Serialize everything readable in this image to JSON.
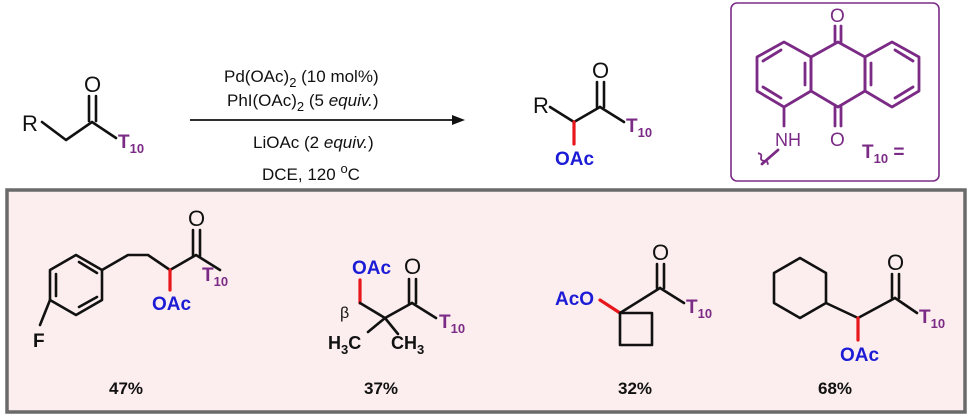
{
  "reaction": {
    "starting_material": {
      "r_label": "R",
      "oxygen": "O",
      "t_label": "T",
      "t_sub": "10"
    },
    "conditions": {
      "line1_main": "Pd(OAc)",
      "line1_sub": "2",
      "line1_rest": " (10 mol%)",
      "line2_main": "PhI(OAc)",
      "line2_sub": "2",
      "line2_rest": " (5 ",
      "line2_italic": "equiv.",
      "line2_end": ")",
      "line3_main": "LiOAc (2 ",
      "line3_italic": "equiv.",
      "line3_end": ")",
      "line4_main": "DCE, 120 ",
      "line4_sup": "o",
      "line4_end": "C"
    },
    "product": {
      "r_label": "R",
      "oxygen": "O",
      "oac": "OAc",
      "t_label": "T",
      "t_sub": "10"
    }
  },
  "directing_group": {
    "nh": "NH",
    "oxygen_top": "O",
    "oxygen_bottom": "O",
    "t_label": "T",
    "t_sub": "10",
    "t_eq": " ="
  },
  "examples": [
    {
      "yield": "47%",
      "oxygen": "O",
      "oac": "OAc",
      "substituent": "F",
      "t_label": "T",
      "t_sub": "10"
    },
    {
      "yield": "37%",
      "oxygen": "O",
      "oac": "OAc",
      "beta": "β",
      "me_left": "H",
      "me_left_sub": "3",
      "me_left_c": "C",
      "me_right_c": "CH",
      "me_right_sub": "3",
      "t_label": "T",
      "t_sub": "10"
    },
    {
      "yield": "32%",
      "oxygen": "O",
      "oac": "AcO",
      "t_label": "T",
      "t_sub": "10"
    },
    {
      "yield": "68%",
      "oxygen": "O",
      "oac": "OAc",
      "t_label": "T",
      "t_sub": "10"
    }
  ],
  "colors": {
    "purple": "#7b2b86",
    "blue": "#1c1cd6",
    "red": "#e8171b",
    "panel_bg": "#fceeee",
    "panel_border": "#6a6a6a"
  }
}
